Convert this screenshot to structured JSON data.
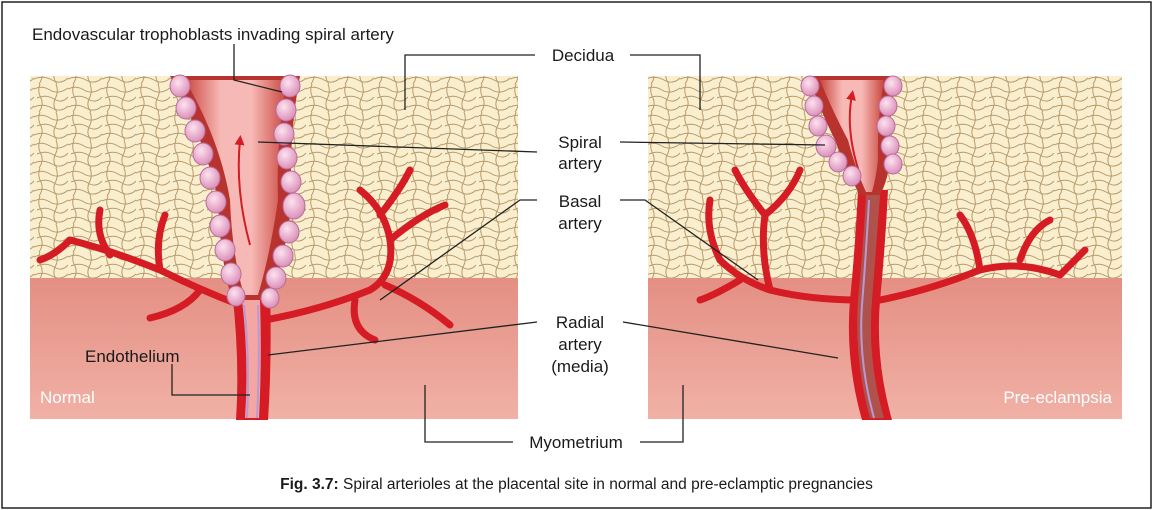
{
  "figure": {
    "labels": {
      "top_left": "Endovascular trophoblasts invading spiral artery",
      "decidua": "Decidua",
      "spiral_artery_line1": "Spiral",
      "spiral_artery_line2": "artery",
      "basal_artery_line1": "Basal",
      "basal_artery_line2": "artery",
      "radial_artery_line1": "Radial",
      "radial_artery_line2": "artery",
      "radial_artery_line3": "(media)",
      "endothelium": "Endothelium",
      "normal": "Normal",
      "pre_eclampsia": "Pre-eclampsia",
      "myometrium": "Myometrium"
    },
    "caption": {
      "figure_number": "Fig. 3.7:",
      "text": "Spiral arterioles at the placental site in normal and pre-eclamptic pregnancies"
    },
    "colors": {
      "decidua_fill": "#f9efcf",
      "decidua_cell_lines": "#b99a6a",
      "myometrium_fill": "#eda195",
      "artery_red": "#d51c24",
      "lumen_pink": "#f4a6a5",
      "trophoblast": "#f2b6d4",
      "endothelium_purple": "#b79ad4"
    }
  }
}
